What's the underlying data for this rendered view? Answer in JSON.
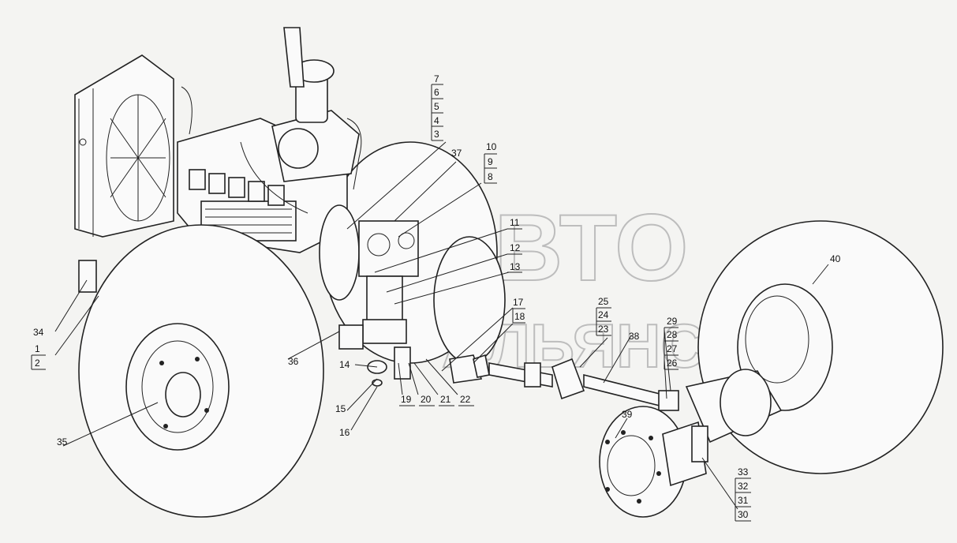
{
  "watermark": {
    "line1": "АВТО",
    "line2": "АЛЬЯНС"
  },
  "callouts": [
    {
      "id": "c1",
      "text": "1"
    },
    {
      "id": "c2",
      "text": "2"
    },
    {
      "id": "c3",
      "text": "3"
    },
    {
      "id": "c4",
      "text": "4"
    },
    {
      "id": "c5",
      "text": "5"
    },
    {
      "id": "c6",
      "text": "6"
    },
    {
      "id": "c7",
      "text": "7"
    },
    {
      "id": "c8",
      "text": "8"
    },
    {
      "id": "c9",
      "text": "9"
    },
    {
      "id": "c10",
      "text": "10"
    },
    {
      "id": "c11",
      "text": "11"
    },
    {
      "id": "c12",
      "text": "12"
    },
    {
      "id": "c13",
      "text": "13"
    },
    {
      "id": "c14",
      "text": "14"
    },
    {
      "id": "c15",
      "text": "15"
    },
    {
      "id": "c16",
      "text": "16"
    },
    {
      "id": "c17",
      "text": "17"
    },
    {
      "id": "c18",
      "text": "18"
    },
    {
      "id": "c19",
      "text": "19"
    },
    {
      "id": "c20",
      "text": "20"
    },
    {
      "id": "c21",
      "text": "21"
    },
    {
      "id": "c22",
      "text": "22"
    },
    {
      "id": "c23",
      "text": "23"
    },
    {
      "id": "c24",
      "text": "24"
    },
    {
      "id": "c25",
      "text": "25"
    },
    {
      "id": "c26",
      "text": "26"
    },
    {
      "id": "c27",
      "text": "27"
    },
    {
      "id": "c28",
      "text": "28"
    },
    {
      "id": "c29",
      "text": "29"
    },
    {
      "id": "c30",
      "text": "30"
    },
    {
      "id": "c31",
      "text": "31"
    },
    {
      "id": "c32",
      "text": "32"
    },
    {
      "id": "c33",
      "text": "33"
    },
    {
      "id": "c34",
      "text": "34"
    },
    {
      "id": "c35",
      "text": "35"
    },
    {
      "id": "c36",
      "text": "36"
    },
    {
      "id": "c37",
      "text": "37"
    },
    {
      "id": "c38",
      "text": "38"
    },
    {
      "id": "c39",
      "text": "39"
    },
    {
      "id": "c40",
      "text": "40"
    }
  ]
}
